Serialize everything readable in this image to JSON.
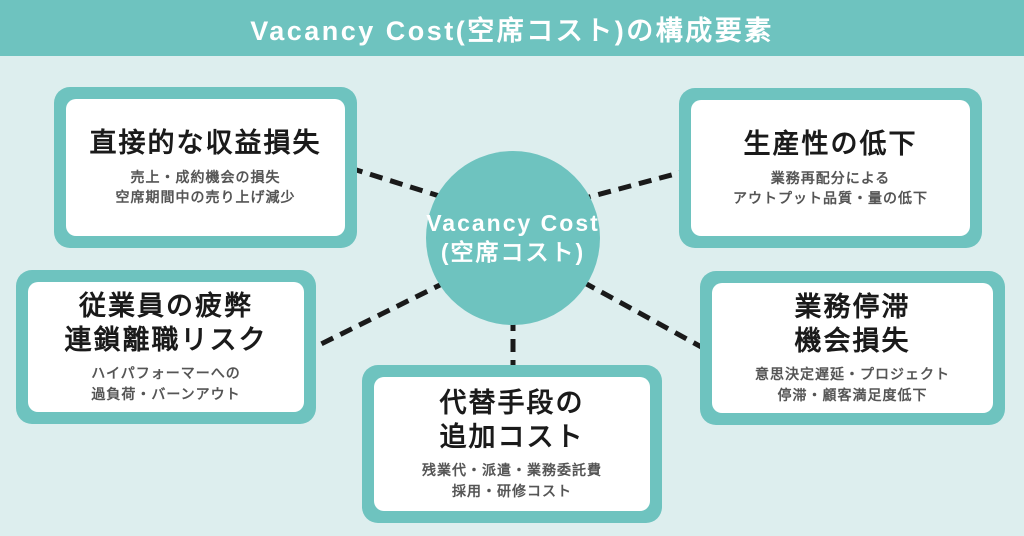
{
  "header": {
    "title": "Vacancy Cost(空席コスト)の構成要素"
  },
  "center": {
    "label": "Vacancy Cost\n(空席コスト)"
  },
  "cards": [
    {
      "id": "direct-revenue-loss",
      "title": "直接的な収益損失",
      "desc": "売上・成約機会の損失\n空席期間中の売り上げ減少"
    },
    {
      "id": "productivity-decline",
      "title": "生産性の低下",
      "desc": "業務再配分による\nアウトプット品質・量の低下"
    },
    {
      "id": "employee-fatigue-turnover-risk",
      "title": "従業員の疲弊\n連鎖離職リスク",
      "desc": "ハイパフォーマーへの\n過負荷・バーンアウト"
    },
    {
      "id": "replacement-additional-cost",
      "title": "代替手段の\n追加コスト",
      "desc": "残業代・派遣・業務委託費\n採用・研修コスト"
    },
    {
      "id": "business-stagnation-opportunity-loss",
      "title": "業務停滞\n機会損失",
      "desc": "意思決定遅延・プロジェクト\n停滞・顧客満足度低下"
    }
  ],
  "colors": {
    "teal": "#6ec3bf",
    "background": "#ddeeee",
    "card_background": "#ffffff",
    "header_text": "#ffffff",
    "title_text": "#1a1a1a",
    "desc_text": "#555555",
    "connector": "#1a1a1a"
  }
}
